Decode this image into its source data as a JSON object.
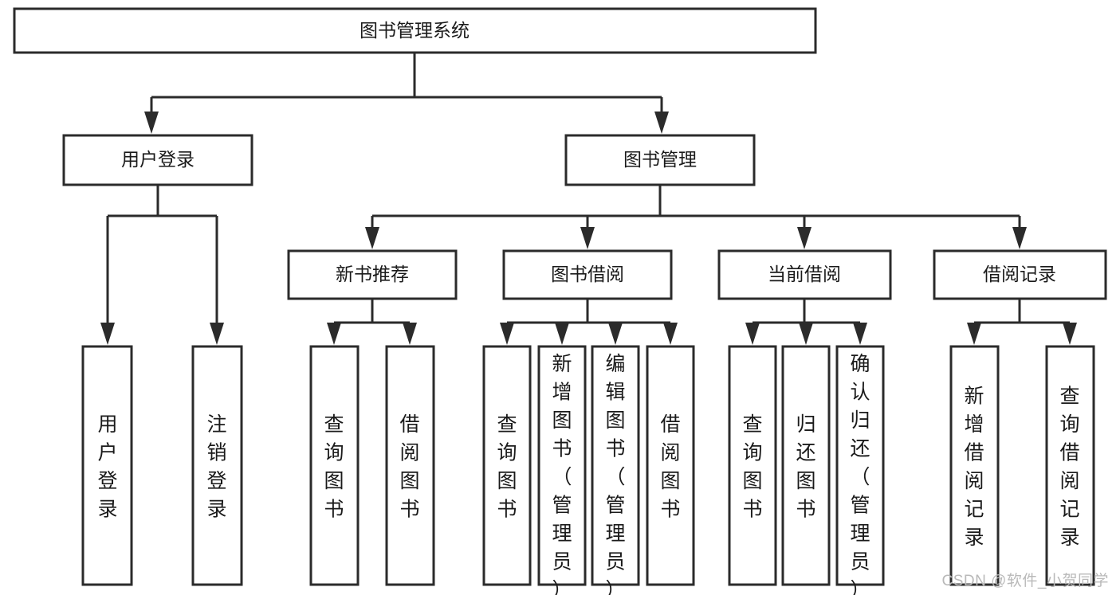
{
  "diagram": {
    "title": "图书管理系统",
    "type": "tree-hierarchy",
    "root": {
      "label": "图书管理系统",
      "orientation": "horizontal"
    },
    "level2": [
      {
        "label": "用户登录",
        "orientation": "horizontal"
      },
      {
        "label": "图书管理",
        "orientation": "horizontal"
      }
    ],
    "level3": [
      {
        "label": "新书推荐",
        "orientation": "horizontal"
      },
      {
        "label": "图书借阅",
        "orientation": "horizontal"
      },
      {
        "label": "当前借阅",
        "orientation": "horizontal"
      },
      {
        "label": "借阅记录",
        "orientation": "horizontal"
      }
    ],
    "leaves": {
      "user_login": [
        {
          "label": "用户登录",
          "orientation": "vertical"
        },
        {
          "label": "注销登录",
          "orientation": "vertical"
        }
      ],
      "new_book_recommend": [
        {
          "label": "查询图书",
          "orientation": "vertical"
        },
        {
          "label": "借阅图书",
          "orientation": "vertical"
        }
      ],
      "book_borrow": [
        {
          "label": "查询图书",
          "orientation": "vertical"
        },
        {
          "label": "新增图书（管理员）",
          "orientation": "vertical"
        },
        {
          "label": "编辑图书（管理员）",
          "orientation": "vertical"
        },
        {
          "label": "借阅图书",
          "orientation": "vertical"
        }
      ],
      "current_borrow": [
        {
          "label": "查询图书",
          "orientation": "vertical"
        },
        {
          "label": "归还图书",
          "orientation": "vertical"
        },
        {
          "label": "确认归还（管理员）",
          "orientation": "vertical"
        }
      ],
      "borrow_record": [
        {
          "label": "新增借阅记录",
          "orientation": "vertical"
        },
        {
          "label": "查询借阅记录",
          "orientation": "vertical"
        }
      ]
    }
  },
  "watermark": {
    "text": "CSDN @软件_小贺同学"
  },
  "colors": {
    "stroke": "#2b2b2b",
    "fill": "#ffffff",
    "text": "#1a1a1a",
    "watermark": "#b9b9b9"
  }
}
